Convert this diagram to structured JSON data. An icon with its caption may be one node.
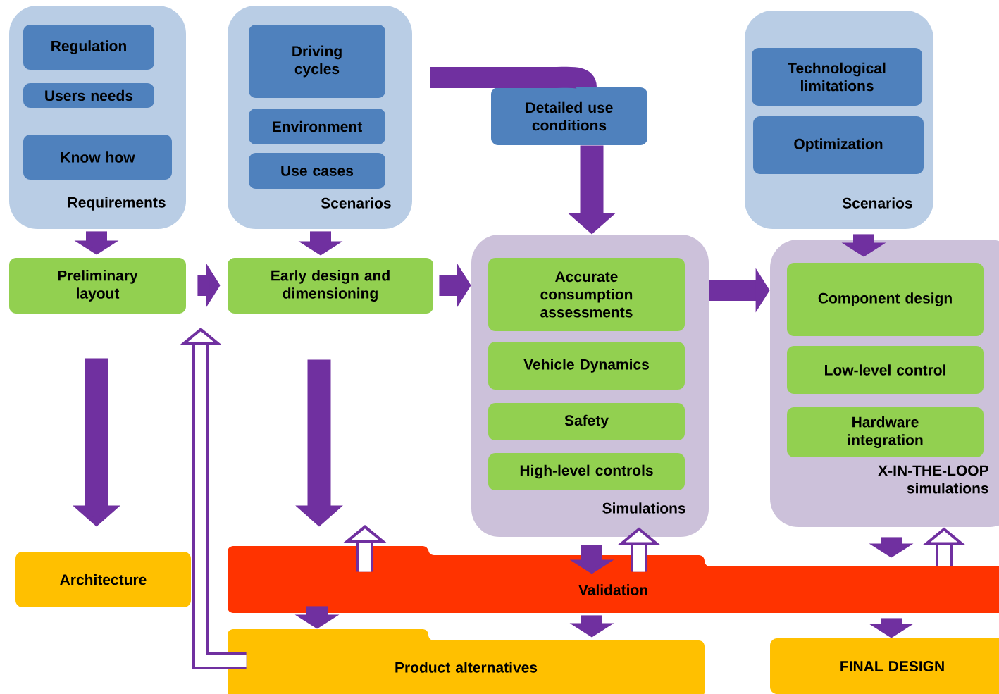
{
  "diagram": {
    "nodes": [
      {
        "text": [
          "Requirements"
        ]
      },
      {
        "text": [
          "Regulation"
        ],
        "in": 0
      },
      {
        "text": [
          "Users needs"
        ],
        "in": 0
      },
      {
        "text": [
          "Know how"
        ],
        "in": 0
      },
      {
        "text": [
          "Scenarios"
        ]
      },
      {
        "text": [
          "Driving cycles"
        ],
        "in": 4
      },
      {
        "text": [
          "Environment"
        ],
        "in": 4
      },
      {
        "text": [
          "Use cases"
        ],
        "in": 4
      },
      {
        "text": [
          "Detailed use conditions"
        ]
      },
      {
        "text": [
          "Scenarios"
        ]
      },
      {
        "text": [
          "Technological limitations"
        ],
        "in": 9
      },
      {
        "text": [
          "Optimization"
        ],
        "in": 9
      },
      {
        "text": [
          "Preliminary layout"
        ]
      },
      {
        "text": [
          "Early design and dimensioning"
        ]
      },
      {
        "text": [
          "Simulations"
        ]
      },
      {
        "text": [
          "Accurate consumption assessments"
        ],
        "in": 14
      },
      {
        "text": [
          "Vehicle Dynamics"
        ],
        "in": 14
      },
      {
        "text": [
          "Safety"
        ],
        "in": 14
      },
      {
        "text": [
          "High-level controls"
        ],
        "in": 14
      },
      {
        "text": [
          "X-IN-THE-LOOP simulations"
        ]
      },
      {
        "text": [
          "Component design"
        ],
        "in": 19
      },
      {
        "text": [
          "Low-level control"
        ],
        "in": 19
      },
      {
        "text": [
          "Hardware integration"
        ],
        "in": 19
      },
      {
        "text": [
          "Architecture"
        ]
      },
      {
        "text": [
          "Validation"
        ]
      },
      {
        "text": [
          "Product alternatives"
        ]
      },
      {
        "text": [
          "FINAL DESIGN"
        ]
      }
    ],
    "edges": [
      {
        "from": 0,
        "to": 12,
        "arrow": "to"
      },
      {
        "from": 4,
        "to": 13,
        "arrow": "to"
      },
      {
        "from": 12,
        "to": 13,
        "arrow": "to"
      },
      {
        "from": 13,
        "to": 14,
        "arrow": "to"
      },
      {
        "from": 14,
        "to": 19,
        "arrow": "to"
      },
      {
        "from": 9,
        "to": 19,
        "arrow": "to"
      },
      {
        "from": 4,
        "to": 8,
        "arrow": "none"
      },
      {
        "from": 8,
        "to": 14,
        "arrow": "to"
      },
      {
        "from": 12,
        "to": 23,
        "arrow": "to"
      },
      {
        "from": 13,
        "to": 24,
        "arrow": "to"
      },
      {
        "from": 24,
        "to": null,
        "arrow": "to"
      },
      {
        "from": 14,
        "to": 24,
        "arrow": "to"
      },
      {
        "from": 24,
        "to": 14,
        "arrow": "to"
      },
      {
        "from": 19,
        "to": 24,
        "arrow": "to"
      },
      {
        "from": 24,
        "to": 19,
        "arrow": "to"
      },
      {
        "from": 24,
        "to": 25,
        "arrow": "to"
      },
      {
        "from": 24,
        "to": 25,
        "arrow": "to"
      },
      {
        "from": 24,
        "to": 26,
        "arrow": "to"
      },
      {
        "from": 25,
        "to": null,
        "arrow": "to"
      }
    ]
  }
}
